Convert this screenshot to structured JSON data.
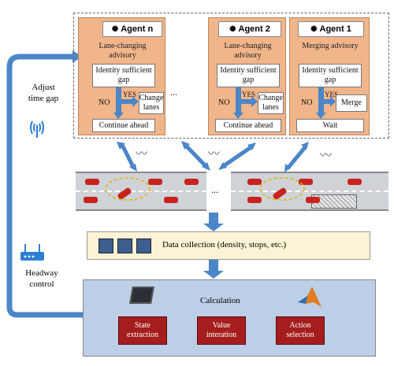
{
  "agents": [
    {
      "title": "Agent n",
      "advisory": "Lane-changing advisory",
      "decision": "Identity sufficient gap",
      "yes": "YES",
      "no": "NO",
      "action": "Change lanes",
      "default": "Continue ahead"
    },
    {
      "title": "Agent 2",
      "advisory": "Lane-changing advisory",
      "decision": "Identity sufficient gap",
      "yes": "YES",
      "no": "NO",
      "action": "Change lanes",
      "default": "Continue ahead"
    },
    {
      "title": "Agent 1",
      "advisory": "Merging advisory",
      "decision": "Identity sufficient gap",
      "yes": "YES",
      "no": "NO",
      "action": "Merge",
      "default": "Wait"
    }
  ],
  "ellipsis_agents": "...",
  "ellipsis_road": "...",
  "left_labels": {
    "adjust": "Adjust time gap",
    "headway": "Headway control"
  },
  "data_collection": "Data collection (density, stops, etc.)",
  "calculation": {
    "title": "Calculation",
    "steps": [
      "State extraction",
      "Value interation",
      "Action selection"
    ]
  },
  "colors": {
    "agent_fill": "#f1b58a",
    "arrow_blue": "#4a86c8",
    "calc_fill": "#bccfe6",
    "step_red": "#a51d1d",
    "data_fill": "#fbf3d5"
  },
  "icons": [
    "brain-icon",
    "wifi-icon",
    "router-icon",
    "floppy-disk-icon",
    "monitor-icon",
    "matlab-logo-icon",
    "car-icon"
  ]
}
